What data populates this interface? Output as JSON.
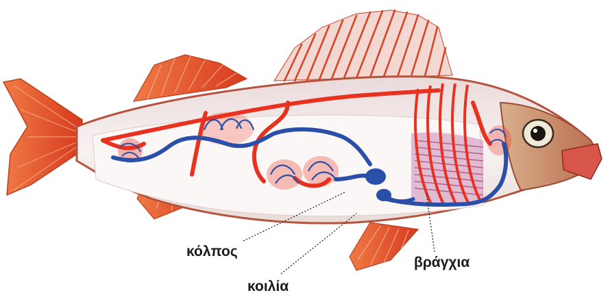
{
  "labels": {
    "atrium": "κόλπος",
    "ventricle": "κοιλία",
    "gills": "βράγχια"
  },
  "colors": {
    "artery": "#e8321f",
    "vein": "#2a4fa8",
    "fin": "#e44a2a",
    "body_outline": "#b5533e",
    "body_fill": "#f4ecec",
    "gill_tint": "#c98ab8",
    "label_text": "#1a1a1a"
  }
}
